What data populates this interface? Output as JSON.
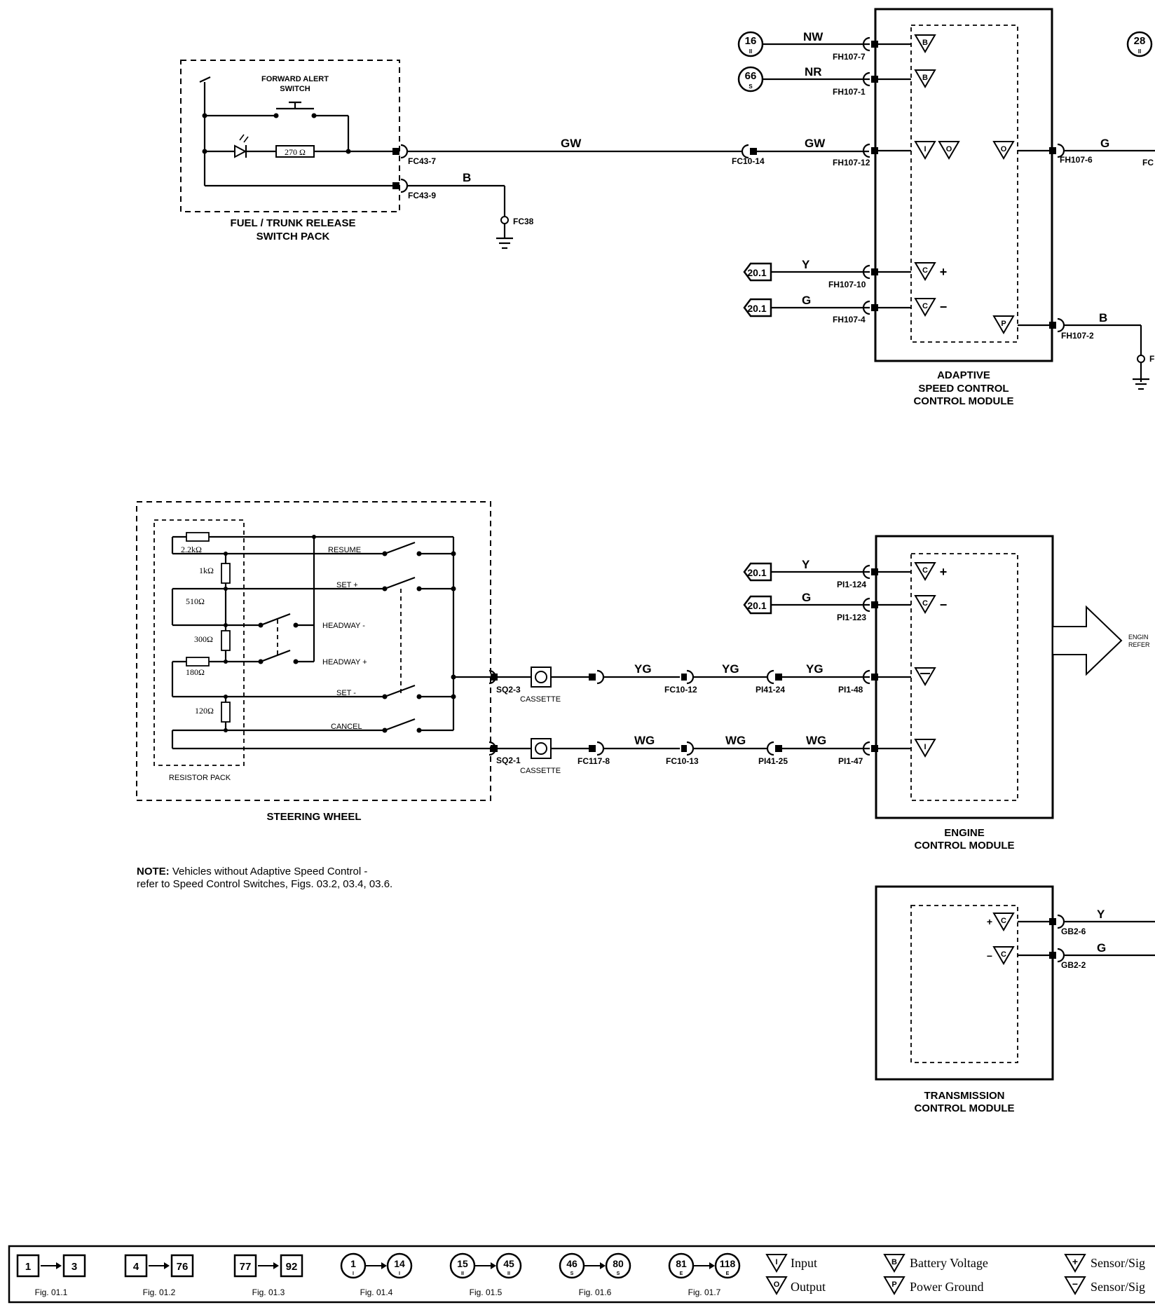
{
  "switch_pack": {
    "title_line1": "FUEL / TRUNK RELEASE",
    "title_line2": "SWITCH PACK",
    "switch_label_line1": "FORWARD ALERT",
    "switch_label_line2": "SWITCH",
    "resistor": "270 Ω",
    "pin_signal": "FC43-7",
    "pin_ground": "FC43-9",
    "ground_wire": "B",
    "ground_point": "FC38"
  },
  "asc_module": {
    "title_line1": "ADAPTIVE",
    "title_line2": "SPEED CONTROL",
    "title_line3": "CONTROL MODULE",
    "refs": [
      {
        "num": "16",
        "sub": "II",
        "wire": "NW",
        "pin": "FH107-7"
      },
      {
        "num": "66",
        "sub": "S",
        "wire": "NR",
        "pin": "FH107-1"
      }
    ],
    "gw_wire_left": "GW",
    "gw_splice": "FC10-14",
    "gw_wire_right": "GW",
    "gw_pin": "FH107-12",
    "can_refs": [
      {
        "ref": "20.1",
        "wire": "Y",
        "pin": "FH107-10"
      },
      {
        "ref": "20.1",
        "wire": "G",
        "pin": "FH107-4"
      }
    ],
    "out_wire": "G",
    "out_pin": "FH107-6",
    "out_dest": "FC",
    "ground_wire": "B",
    "ground_pin": "FH107-2",
    "ground_dest": "F",
    "right_ref": {
      "num": "28",
      "sub": "II"
    }
  },
  "steering_wheel": {
    "title": "STEERING WHEEL",
    "resistor_pack_label": "RESISTOR PACK",
    "resistors": [
      "2.2kΩ",
      "1kΩ",
      "510Ω",
      "300Ω",
      "180Ω",
      "120Ω"
    ],
    "switches": [
      "RESUME",
      "SET +",
      "HEADWAY -",
      "HEADWAY +",
      "SET -",
      "CANCEL"
    ],
    "pin_upper": "SQ2-3",
    "pin_lower": "SQ2-1",
    "cassette": "CASSETTE"
  },
  "ecm": {
    "title_line1": "ENGINE",
    "title_line2": "CONTROL MODULE",
    "can_refs": [
      {
        "ref": "20.1",
        "wire": "Y",
        "pin": "PI1-124"
      },
      {
        "ref": "20.1",
        "wire": "G",
        "pin": "PI1-123"
      }
    ],
    "upper_chain": {
      "wires": [
        "YG",
        "YG",
        "YG"
      ],
      "connectors": [
        "FC10-12",
        "PI41-24",
        "PI1-48"
      ]
    },
    "lower_chain": {
      "wires": [
        "WG",
        "WG",
        "WG"
      ],
      "connectors": [
        "FC117-8",
        "FC10-13",
        "PI41-25",
        "PI1-47"
      ]
    },
    "arrow_text_line1": "ENGIN",
    "arrow_text_line2": "REFER"
  },
  "tcm": {
    "title_line1": "TRANSMISSION",
    "title_line2": "CONTROL MODULE",
    "wires": [
      {
        "wire": "Y",
        "pin": "GB2-6"
      },
      {
        "wire": "G",
        "pin": "GB2-2"
      }
    ]
  },
  "note": {
    "bold": "NOTE:",
    "line1": " Vehicles without Adaptive Speed Control -",
    "line2": "refer to Speed Control Switches, Figs. 03.2, 03.4, 03.6."
  },
  "legend": {
    "groups": [
      {
        "from": "1",
        "to": "3",
        "fig": "Fig. 01.1",
        "shape": "square"
      },
      {
        "from": "4",
        "to": "76",
        "fig": "Fig. 01.2",
        "shape": "square"
      },
      {
        "from": "77",
        "to": "92",
        "fig": "Fig. 01.3",
        "shape": "square"
      },
      {
        "from": "1",
        "to": "14",
        "sub": "I",
        "fig": "Fig. 01.4",
        "shape": "circle"
      },
      {
        "from": "15",
        "to": "45",
        "sub": "II",
        "fig": "Fig. 01.5",
        "shape": "circle"
      },
      {
        "from": "46",
        "to": "80",
        "sub": "S",
        "fig": "Fig. 01.6",
        "shape": "circle"
      },
      {
        "from": "81",
        "to": "118",
        "sub": "E",
        "fig": "Fig. 01.7",
        "shape": "circle"
      }
    ],
    "symbols": [
      {
        "sym": "I",
        "label": "Input"
      },
      {
        "sym": "O",
        "label": "Output"
      },
      {
        "sym": "B",
        "label": "Battery Voltage"
      },
      {
        "sym": "P",
        "label": "Power Ground"
      },
      {
        "sym": "+",
        "label": "Sensor/Sig"
      },
      {
        "sym": "−",
        "label": "Sensor/Sig"
      }
    ]
  }
}
